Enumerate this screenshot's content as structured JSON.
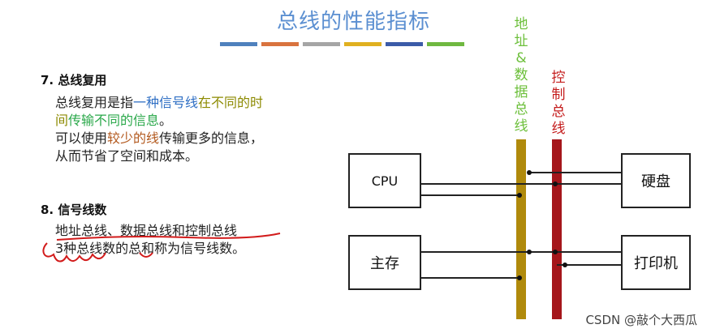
{
  "title": "总线的性能指标",
  "color_bars": [
    "#4f81bd",
    "#d9733e",
    "#a5a5a5",
    "#e0b020",
    "#3b5ba8",
    "#6fb840"
  ],
  "section7": {
    "heading": "7. 总线复用",
    "p1_a": "总线复用是指",
    "p1_b": "一种信号线",
    "p1_c": "在不",
    "p1_d": "同的时间",
    "p1_e": "传输不同的信息",
    "p1_f": "。",
    "p2_a": "可以使用",
    "p2_b": "较少的线",
    "p2_c": "传输更多的",
    "p2_d": "信息，从而节省了空间和成本。"
  },
  "section8": {
    "heading": "8. 信号线数",
    "line1": "地址总线、数据总线和控制总线",
    "line2": "3种总线数的总和称为信号线数。"
  },
  "diagram": {
    "label_addr_data": [
      "地",
      "址",
      "&",
      "数",
      "据",
      "总",
      "线"
    ],
    "label_ctrl": [
      "控",
      "制",
      "总",
      "线"
    ],
    "cpu": "CPU",
    "main_memory": "主存",
    "disk": "硬盘",
    "printer": "打印机",
    "addr_data_bus_color": "#b08a0c",
    "ctrl_bus_color": "#a5161b"
  },
  "watermark": "CSDN @敲个大西瓜"
}
